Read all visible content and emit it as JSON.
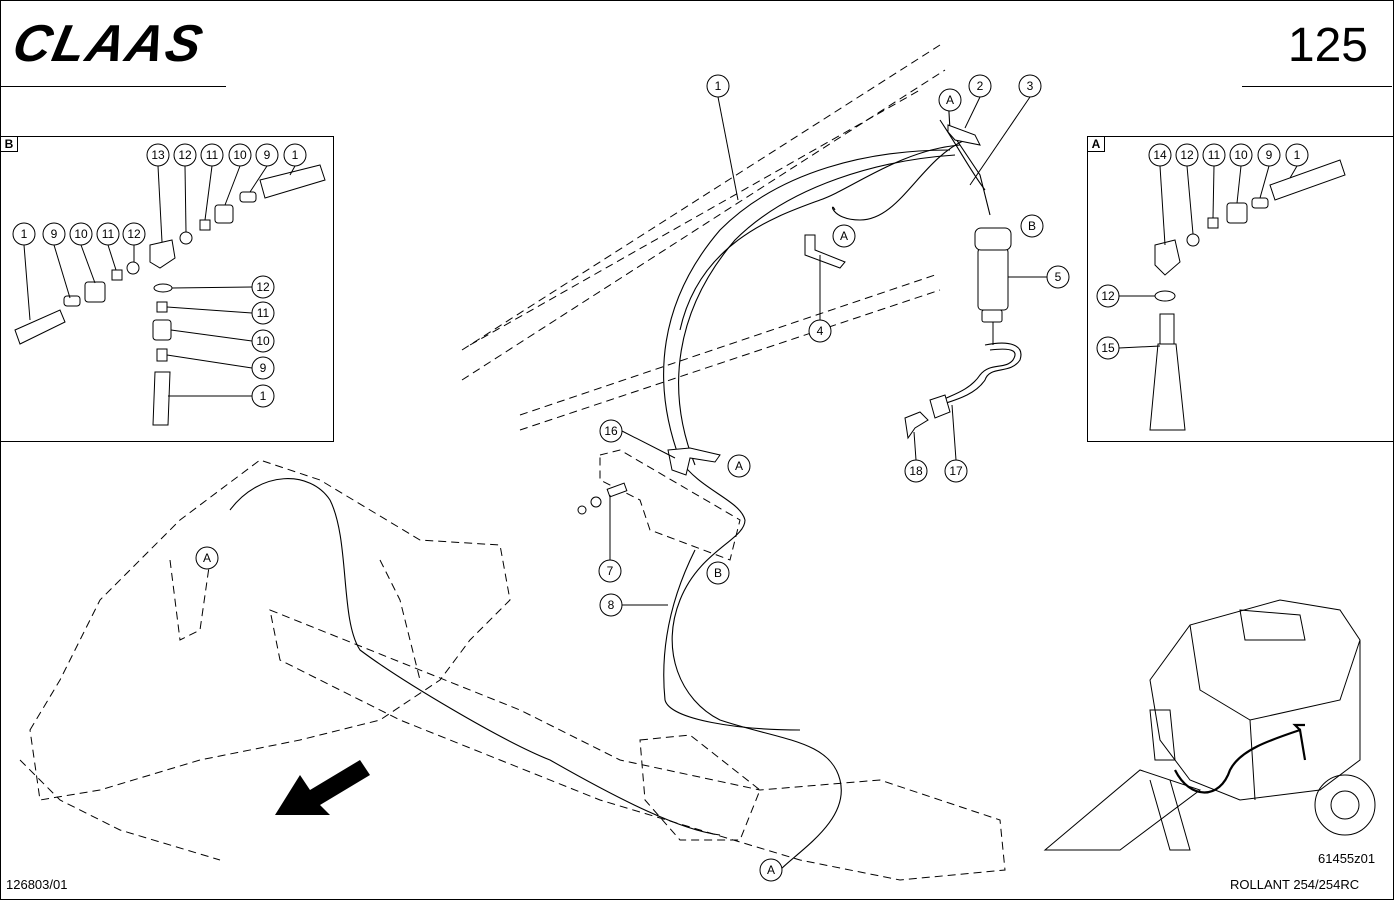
{
  "header": {
    "brand": "CLAAS",
    "page_number": "125"
  },
  "insets": {
    "left_tag": "B",
    "right_tag": "A"
  },
  "footer": {
    "drawing_ref_left": "126803/01",
    "drawing_ref_right": "61455z01",
    "model": "ROLLANT 254/254RC"
  },
  "callouts": {
    "main": [
      "1",
      "2",
      "3",
      "4",
      "5",
      "7",
      "8",
      "16",
      "17",
      "18"
    ],
    "section_refs": [
      "A",
      "B"
    ],
    "inset_b": [
      "1",
      "9",
      "10",
      "11",
      "12",
      "13"
    ],
    "inset_a": [
      "1",
      "9",
      "10",
      "11",
      "12",
      "14",
      "15"
    ]
  }
}
